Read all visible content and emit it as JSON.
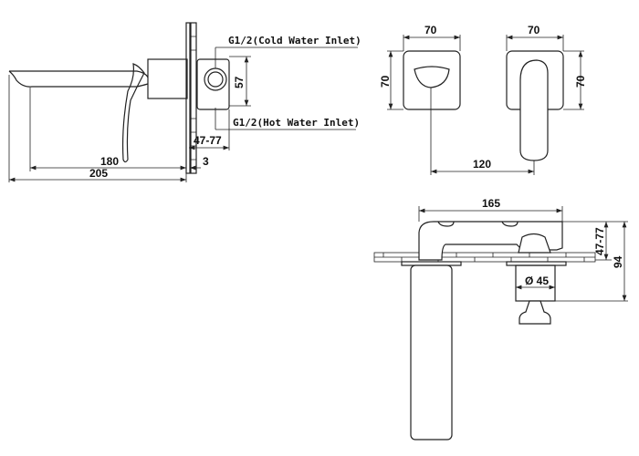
{
  "side_view": {
    "cold_inlet_label": "G1/2(Cold Water Inlet)",
    "hot_inlet_label": "G1/2(Hot Water Inlet)",
    "dim_valve_height": "57",
    "dim_wall_depth": "47-77",
    "dim_plate": "3",
    "dim_spout_reach": "180",
    "dim_total_length": "205"
  },
  "front_views": {
    "spout_width": "70",
    "spout_height": "70",
    "handle_width": "70",
    "handle_height": "70",
    "centre_distance": "120"
  },
  "top_view": {
    "dim_length": "165",
    "dim_wall_depth": "47-77",
    "dim_diameter": "Ø 45",
    "dim_depth": "94"
  }
}
